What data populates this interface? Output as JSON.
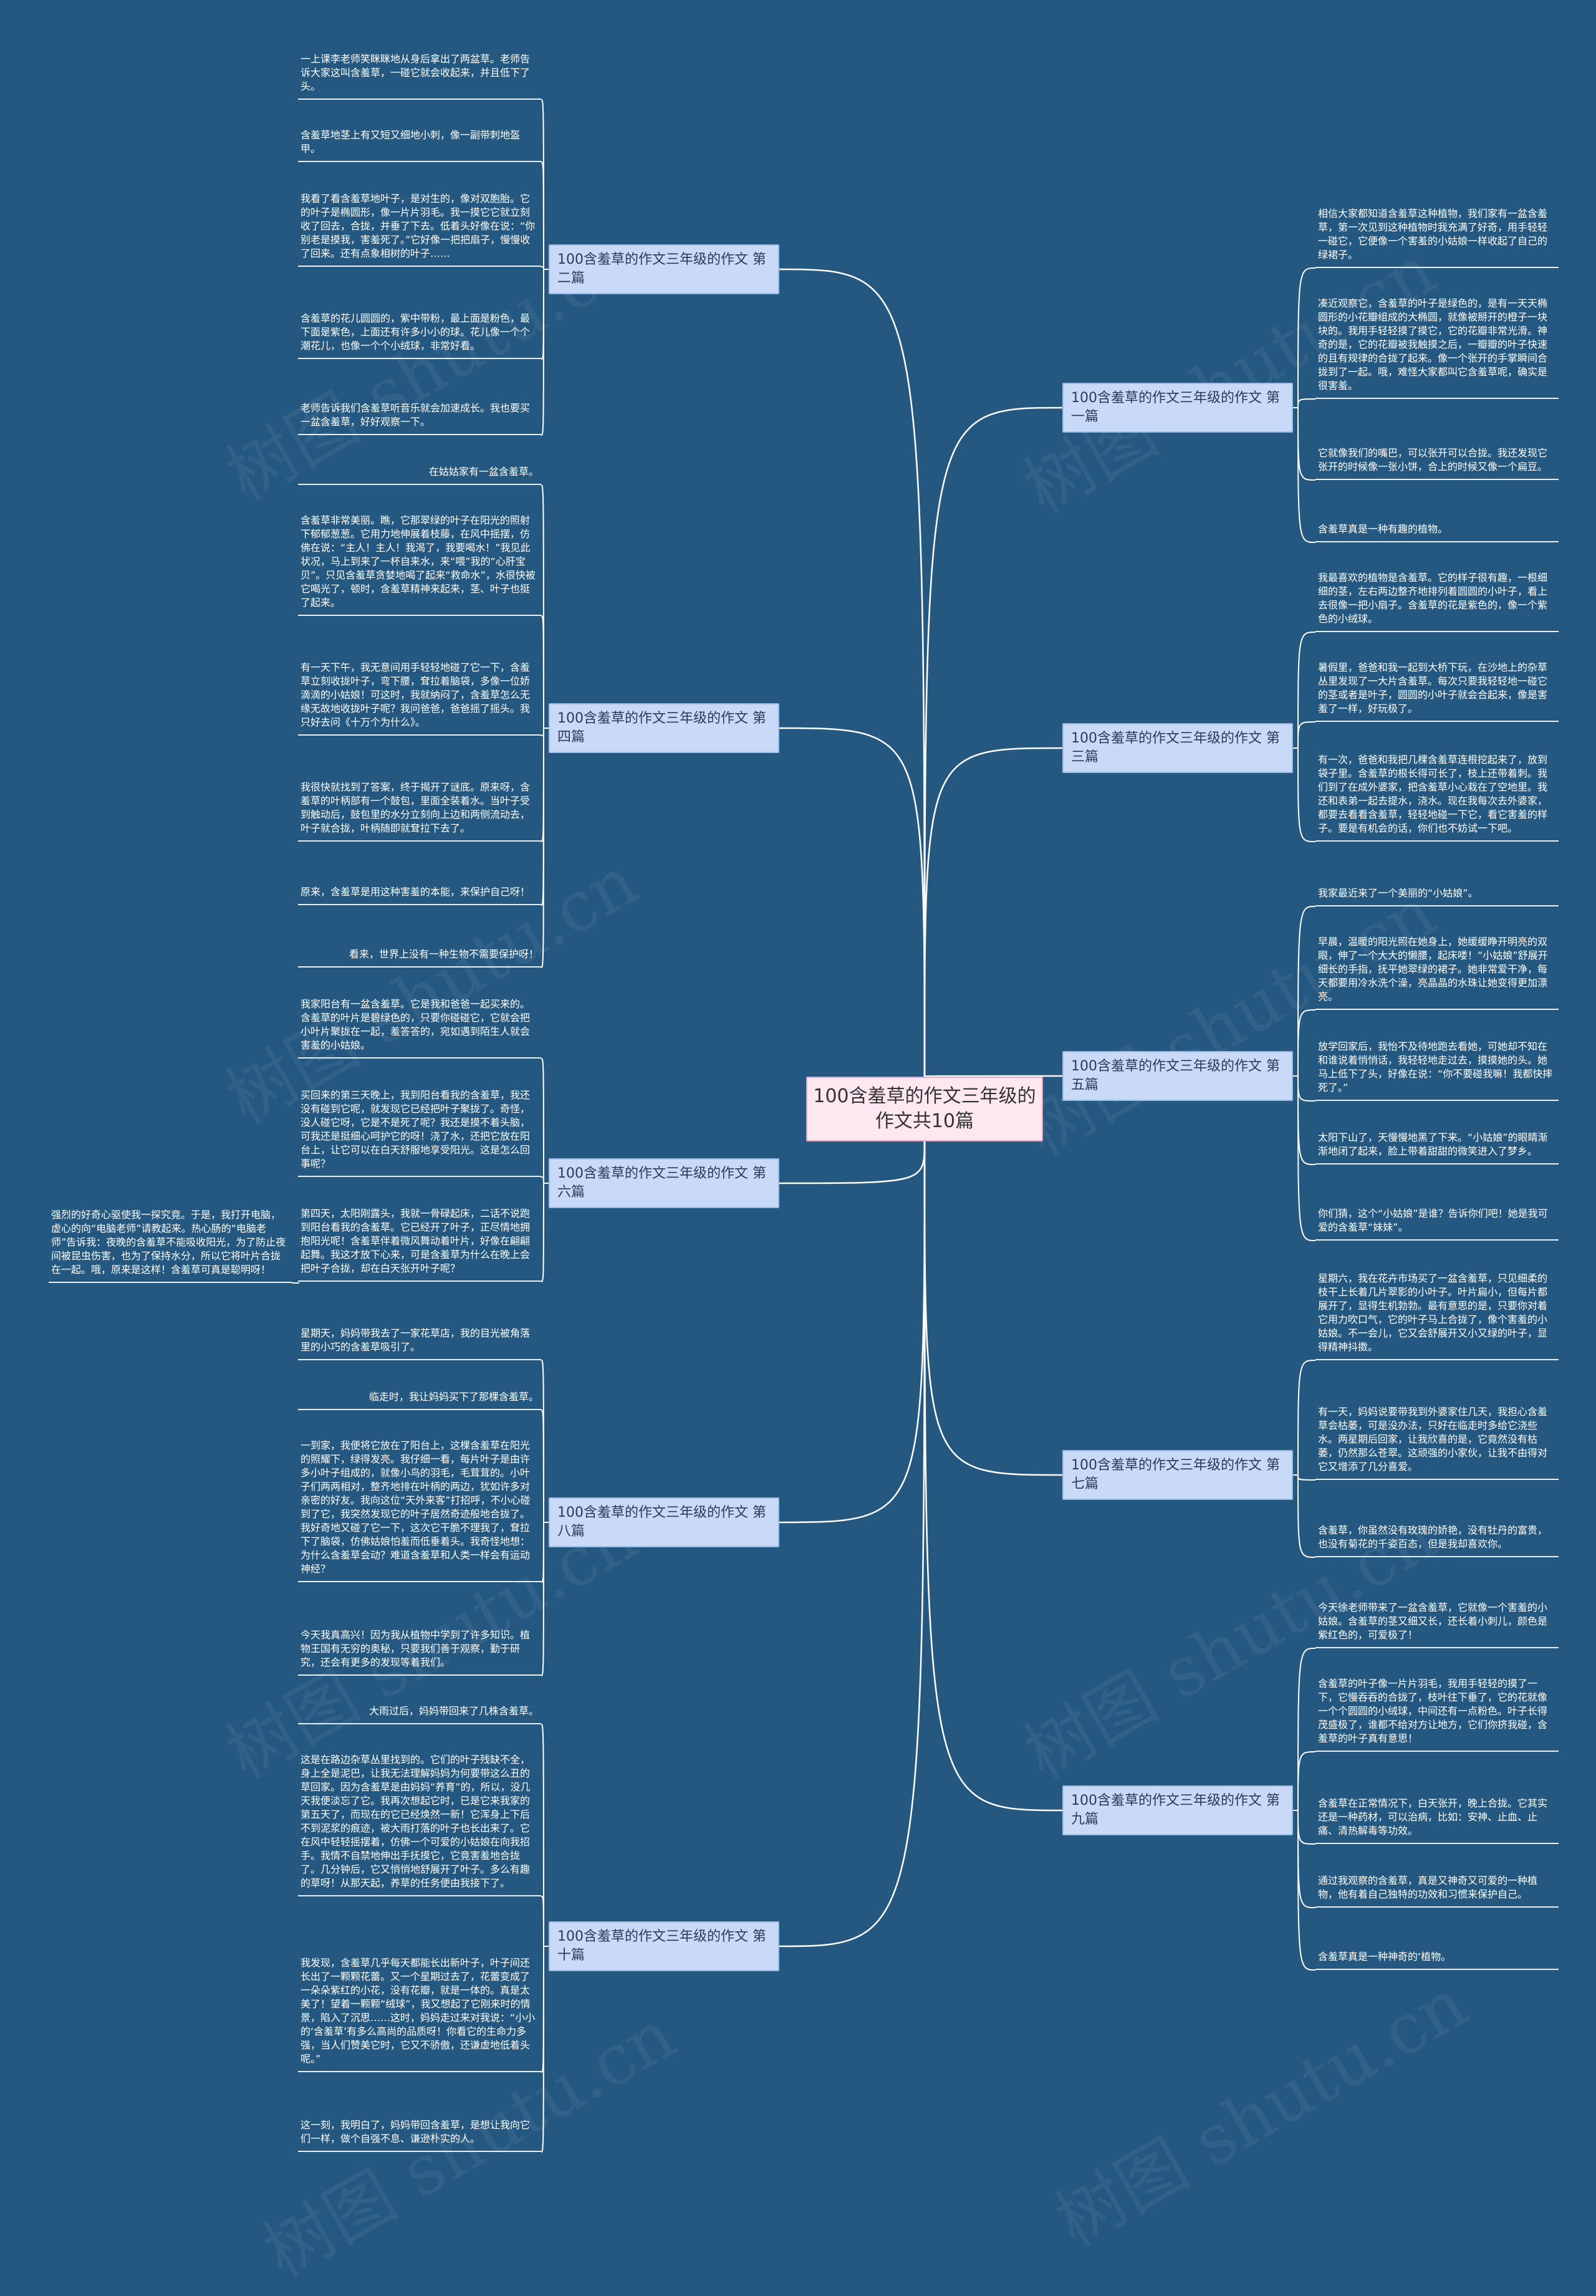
{
  "center": "100含羞草的作文三年级的作文共10篇",
  "branches": [
    {
      "label": "100含羞草的作文三年级的作文 第二篇",
      "leaves": [
        "一上课李老师笑眯眯地从身后拿出了两盆草。老师告诉大家这叫含羞草，一碰它就会收起来，并且低下了头。",
        "含羞草地茎上有又短又细地小刺，像一副带刺地盔甲。",
        "我看了看含羞草地叶子，是对生的，像对双胞胎。它的叶子是椭圆形，像一片片羽毛。我一摸它它就立刻收了回去，合拢，并垂了下去。低着头好像在说：“你别老是摸我，害羞死了。”它好像一把把扇子，慢慢收了回来。还有点象相树的叶子……",
        "含羞草的花儿圆圆的，紫中带粉，最上面是粉色，最下面是紫色，上面还有许多小小的球。花儿像一个个潮花儿，也像一个个小绒球，非常好看。",
        "老师告诉我们含羞草听音乐就会加速成长。我也要买一盆含羞草，好好观察一下。"
      ]
    },
    {
      "label": "100含羞草的作文三年级的作文 第四篇",
      "leaves": [
        "在姑姑家有一盆含羞草。",
        "含羞草非常美丽。瞧，它那翠绿的叶子在阳光的照射下郁郁葱葱。它用力地伸展着枝藤，在风中摇摆，仿佛在说：“主人！主人！我渴了，我要喝水！”我见此状况，马上到来了一杯自来水，来“喂”我的“心肝宝贝”。只见含羞草贪婪地喝了起来“救命水”，水很快被它喝光了，顿时，含羞草精神来起来，茎、叶子也挺了起来。",
        "有一天下午，我无意间用手轻轻地碰了它一下，含羞草立刻收拢叶子，弯下腰，耷拉着脑袋，多像一位娇滴滴的小姑娘！可这时，我就纳闷了，含羞草怎么无缘无故地收拢叶子呢？我问爸爸，爸爸摇了摇头。我只好去问《十万个为什么》。",
        "我很快就找到了答案，终于揭开了谜底。原来呀，含羞草的叶柄部有一个鼓包，里面全装着水。当叶子受到触动后，鼓包里的水分立刻向上边和两侧流动去，叶子就合拢，叶柄随即就耷拉下去了。",
        "原来，含羞草是用这种害羞的本能，来保护自己呀！",
        "看来，世界上没有一种生物不需要保护呀！"
      ]
    },
    {
      "label": "100含羞草的作文三年级的作文 第六篇",
      "leaves": [
        "我家阳台有一盆含羞草。它是我和爸爸一起买来的。含羞草的叶片是碧绿色的，只要你碰碰它，它就会把小叶片聚拢在一起，羞答答的，宛如遇到陌生人就会害羞的小姑娘。",
        "买回来的第三天晚上，我到阳台看我的含羞草，我还没有碰到它呢，就发现它已经把叶子聚拢了。奇怪，没人碰它呀，它是不是死了呢？我还是摸不着头脑，可我还是挺细心呵护它的呀！浇了水，还把它放在阳台上，让它可以在白天舒服地享受阳光。这是怎么回事呢？",
        "第四天，太阳刚露头，我就一骨碌起床，二话不说跑到阳台看我的含羞草。它已经开了叶子，正尽情地拥抱阳光呢！含羞草伴着微风舞动着叶片，好像在翩翩起舞。我这才放下心来，可是含羞草为什么在晚上会把叶子合拢，却在白天张开叶子呢？",
        "强烈的好奇心驱使我一探究竟。于是，我打开电脑，虚心的向“电脑老师”请教起来。热心肠的“电脑老师”告诉我：夜晚的含羞草不能吸收阳光，为了防止夜间被昆虫伤害，也为了保持水分，所以它将叶片合拢在一起。哦，原来是这样！含羞草可真是聪明呀！"
      ]
    },
    {
      "label": "100含羞草的作文三年级的作文 第八篇",
      "leaves": [
        "星期天，妈妈带我去了一家花草店，我的目光被角落里的小巧的含羞草吸引了。",
        "临走时，我让妈妈买下了那棵含羞草。",
        "一到家，我便将它放在了阳台上，这棵含羞草在阳光的照耀下，绿得发亮。我仔细一看，每片叶子是由许多小叶子组成的，就像小鸟的羽毛，毛茸茸的。小叶子们两两相对，整齐地排在叶柄的两边，犹如许多对亲密的好友。我向这位“天外来客”打招呼，不小心碰到了它，我突然发现它的叶子居然奇迹般地合拢了。我好奇地又碰了它一下，这次它干脆不理我了，耷拉下了脑袋，仿佛姑娘怕羞而低垂着头。我奇怪地想：为什么含羞草会动？难道含羞草和人类一样会有运动神经？",
        "今天我真高兴！因为我从植物中学到了许多知识。植物王国有无穷的奥秘，只要我们善于观察，勤于研究，还会有更多的发现等着我们。"
      ]
    },
    {
      "label": "100含羞草的作文三年级的作文 第十篇",
      "leaves": [
        "大雨过后，妈妈带回来了几株含羞草。",
        "这是在路边杂草丛里找到的。它们的叶子残缺不全，身上全是泥巴，让我无法理解妈妈为何要带这么丑的草回家。因为含羞草是由妈妈“养育”的，所以，没几天我便淡忘了它。我再次想起它时，已是它来我家的第五天了，而现在的它已经焕然一新！它浑身上下后不到泥浆的痕迹，被大雨打落的叶子也长出来了。它在风中轻轻摇摆着，仿佛一个可爱的小姑娘在向我招手。我情不自禁地伸出手抚摸它，它竟害羞地合拢了。几分钟后，它又悄悄地舒展开了叶子。多么有趣的草呀！从那天起，养草的任务便由我接下了。",
        "我发现，含羞草几乎每天都能长出新叶子，叶子间还长出了一颗颗花蕾。又一个星期过去了，花蕾变成了一朵朵紫红的小花，没有花瓣，就是一体的。真是太美了！望着一颗颗“绒球”，我又想起了它刚来时的情景，陷入了沉思……这时，妈妈走过来对我说：“小小的‘含羞草’有多么高尚的品质呀！你看它的生命力多强，当人们赞美它时，它又不骄傲，还谦虚地低着头呢。”",
        "这一刻，我明白了，妈妈带回含羞草，是想让我向它们一样，做个自强不息、谦逊朴实的人。"
      ]
    },
    {
      "label": "100含羞草的作文三年级的作文 第一篇",
      "leaves": [
        "相信大家都知道含羞草这种植物，我们家有一盆含羞草，第一次见到这种植物时我充满了好奇，用手轻轻一碰它，它便像一个害羞的小姑娘一样收起了自己的绿裙子。",
        "凑近观察它，含羞草的叶子是绿色的，是有一天天椭圆形的小花瓣组成的大椭圆，就像被掰开的橙子一块块的。我用手轻轻摸了摸它，它的花瓣非常光滑。神奇的是，它的花瓣被我触摸之后，一瓣瓣的叶子快速的且有规律的合拢了起来。像一个张开的手掌瞬间合拢到了一起。哦，难怪大家都叫它含羞草呢，确实是很害羞。",
        "它就像我们的嘴巴，可以张开可以合拢。我还发现它张开的时候像一张小饼，合上的时候又像一个扁豆。",
        "含羞草真是一种有趣的植物。"
      ]
    },
    {
      "label": "100含羞草的作文三年级的作文 第三篇",
      "leaves": [
        "我最喜欢的植物是含羞草。它的样子很有趣，一根细细的茎，左右两边整齐地排列着圆圆的小叶子，看上去很像一把小扇子。含羞草的花是紫色的，像一个紫色的小绒球。",
        "暑假里，爸爸和我一起到大桥下玩，在沙地上的杂草丛里发现了一大片含羞草。每次只要我轻轻地一碰它的茎或者是叶子，圆圆的小叶子就会合起来，像是害羞了一样，好玩极了。",
        "有一次，爸爸和我把几棵含羞草连根挖起来了，放到袋子里。含羞草的根长得可长了，枝上还带着刺。我们到了在成外婆家，把含羞草小心栽在了空地里。我还和表弟一起去提水，浇水。现在我每次去外婆家，都要去看看含羞草，轻轻地碰一下它，看它害羞的样子。要是有机会的话，你们也不妨试一下吧。"
      ]
    },
    {
      "label": "100含羞草的作文三年级的作文 第五篇",
      "leaves": [
        "我家最近来了一个美丽的“小姑娘”。",
        "早晨，温暖的阳光照在她身上，她缓缓睁开明亮的双眼，伸了一个大大的懒腰，起床喽！“小姑娘”舒展开细长的手指，抚平她翠绿的裙子。她非常爱干净，每天都要用冷水洗个澡，亮晶晶的水珠让她变得更加漂亮。",
        "放学回家后，我怡不及待地跑去看她，可她却不知在和谁说着悄悄话，我轻轻地走过去，摸摸她的头。她马上低下了头，好像在说：“你不要碰我嘛！我都快摔死了。”",
        "太阳下山了，天慢慢地黑了下来。“小姑娘”的眼睛渐渐地闭了起来，脸上带着甜甜的微笑进入了梦乡。",
        "你们猜，这个“小姑娘”是谁？告诉你们吧！她是我可爱的含羞草“妹妹”。"
      ]
    },
    {
      "label": "100含羞草的作文三年级的作文 第七篇",
      "leaves": [
        "星期六，我在花卉市场买了一盆含羞草，只见细柔的枝干上长着几片翠影的小叶子。叶片扁小，但每片都展开了，显得生机勃勃。最有意思的是，只要你对着它用力吹口气，它的叶子马上合拢了，像个害羞的小姑娘。不一会儿，它又会舒展开又小又绿的叶子，显得精神抖擞。",
        "有一天，妈妈说要带我到外婆家住几天，我担心含羞草会枯萎，可是没办法，只好在临走时多给它浇些水。两星期后回家，让我欣喜的是，它竟然没有枯萎，仍然那么苍翠。这顽强的小家伙，让我不由得对它又增添了几分喜爱。",
        "含羞草，你虽然没有玫瑰的娇艳，没有牡丹的富贵，也没有菊花的千姿百态，但是我却喜欢你。"
      ]
    },
    {
      "label": "100含羞草的作文三年级的作文 第九篇",
      "leaves": [
        "今天徐老师带来了一盆含羞草，它就像一个害羞的小姑娘。含羞草的茎又细又长，还长着小刺儿，颜色是紫红色的，可爱极了！",
        "含羞草的叶子像一片片羽毛，我用手轻轻的摸了一下，它慢吞吞的合拢了，枝叶往下垂了，它的花就像一个个圆圆的小绒球，中间还有一点粉色。叶子长得茂盛极了，谁都不给对方让地方，它们你挤我碰，含羞草的叶子真有意思！",
        "含羞草在正常情况下，白天张开，晚上合拢。它其实还是一种药材，可以治病，比如：安神、止血、止痛、清热解毒等功效。",
        "通过我观察的含羞草，真是又神奇又可爱的一种植物，他有着自己独特的功效和习惯来保护自己。",
        "含羞草真是一种神奇的‘植物。"
      ]
    }
  ]
}
